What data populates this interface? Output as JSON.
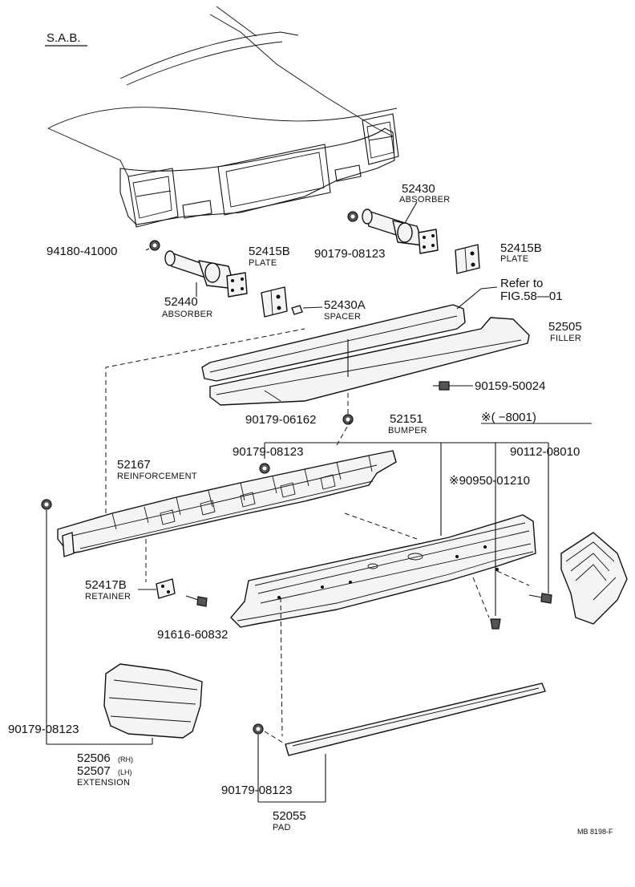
{
  "header": {
    "title": "S.A.B."
  },
  "corner_code": "MB 8198-F",
  "refer_note": {
    "line1": "Refer to",
    "line2": "FIG.58—01"
  },
  "date_note": "※(     −8001)",
  "labels": {
    "p94180": "94180-41000",
    "p52440": "52440",
    "p52440_name": "ABSORBER",
    "p52415b_left": "52415B",
    "p52415b_left_name": "PLATE",
    "p52430a": "52430A",
    "p52430a_name": "SPACER",
    "p90179_top": "90179-08123",
    "p52430": "52430",
    "p52430_name": "ABSORBER",
    "p52415b_right": "52415B",
    "p52415b_right_name": "PLATE",
    "p52505": "52505",
    "p52505_name": "FILLER",
    "p90159": "90159-50024",
    "p90179_06162": "90179-06162",
    "p52151": "52151",
    "p52151_name": "BUMPER",
    "p90179_mid": "90179-08123",
    "p90112": "90112-08010",
    "p52167": "52167",
    "p52167_name": "REINFORCEMENT",
    "p90950": "※90950-01210",
    "p52417b": "52417B",
    "p52417b_name": "RETAINER",
    "p91616": "91616-60832",
    "p90179_left": "90179-08123",
    "p52506": "52506",
    "p52506_side": "(RH)",
    "p52507": "52507",
    "p52507_side": "(LH)",
    "p5250x_name": "EXTENSION",
    "p90179_bottom": "90179-08123",
    "p52055": "52055",
    "p52055_name": "PAD"
  }
}
